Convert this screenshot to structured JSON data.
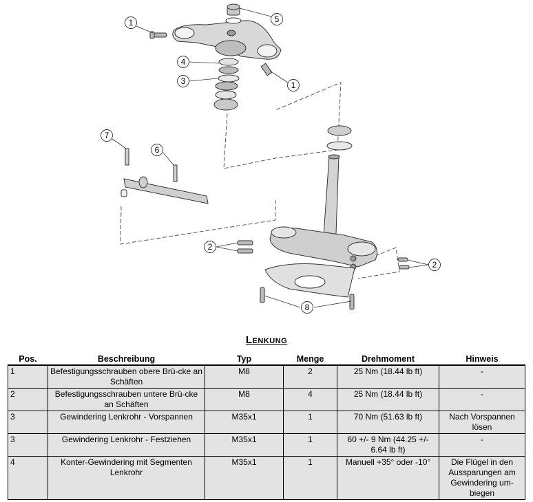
{
  "diagram": {
    "callouts": [
      {
        "id": "c1a",
        "label": "1"
      },
      {
        "id": "c5",
        "label": "5"
      },
      {
        "id": "c4",
        "label": "4"
      },
      {
        "id": "c3",
        "label": "3"
      },
      {
        "id": "c1b",
        "label": "1"
      },
      {
        "id": "c7",
        "label": "7"
      },
      {
        "id": "c6",
        "label": "6"
      },
      {
        "id": "c2a",
        "label": "2"
      },
      {
        "id": "c2b",
        "label": "2"
      },
      {
        "id": "c8",
        "label": "8"
      }
    ]
  },
  "section": {
    "title": "Lenkung"
  },
  "table": {
    "headers": {
      "pos": "Pos.",
      "desc": "Beschreibung",
      "type": "Typ",
      "qty": "Menge",
      "torque": "Drehmoment",
      "note": "Hinweis"
    },
    "rows": [
      {
        "pos": "1",
        "desc": "Befestigungsschrauben obere Brü-cke an Schäften",
        "type": "M8",
        "qty": "2",
        "torque": "25 Nm (18.44 lb ft)",
        "note": "-"
      },
      {
        "pos": "2",
        "desc": "Befestigungsschrauben untere Brü-cke an Schäften",
        "type": "M8",
        "qty": "4",
        "torque": "25 Nm (18.44 lb ft)",
        "note": "-"
      },
      {
        "pos": "3",
        "desc": "Gewindering Lenkrohr - Vorspannen",
        "type": "M35x1",
        "qty": "1",
        "torque": "70 Nm (51.63 lb ft)",
        "note": "Nach Vorspannen lösen"
      },
      {
        "pos": "3",
        "desc": "Gewindering Lenkrohr - Festziehen",
        "type": "M35x1",
        "qty": "1",
        "torque": "60 +/- 9 Nm (44.25 +/- 6.64 lb ft)",
        "note": "-"
      },
      {
        "pos": "4",
        "desc": "Konter-Gewindering mit Segmenten Lenkrohr",
        "type": "M35x1",
        "qty": "1",
        "torque": "Manuell +35° oder -10°",
        "note": "Die Flügel in den Aussparungen am Gewindering um-biegen"
      }
    ]
  }
}
